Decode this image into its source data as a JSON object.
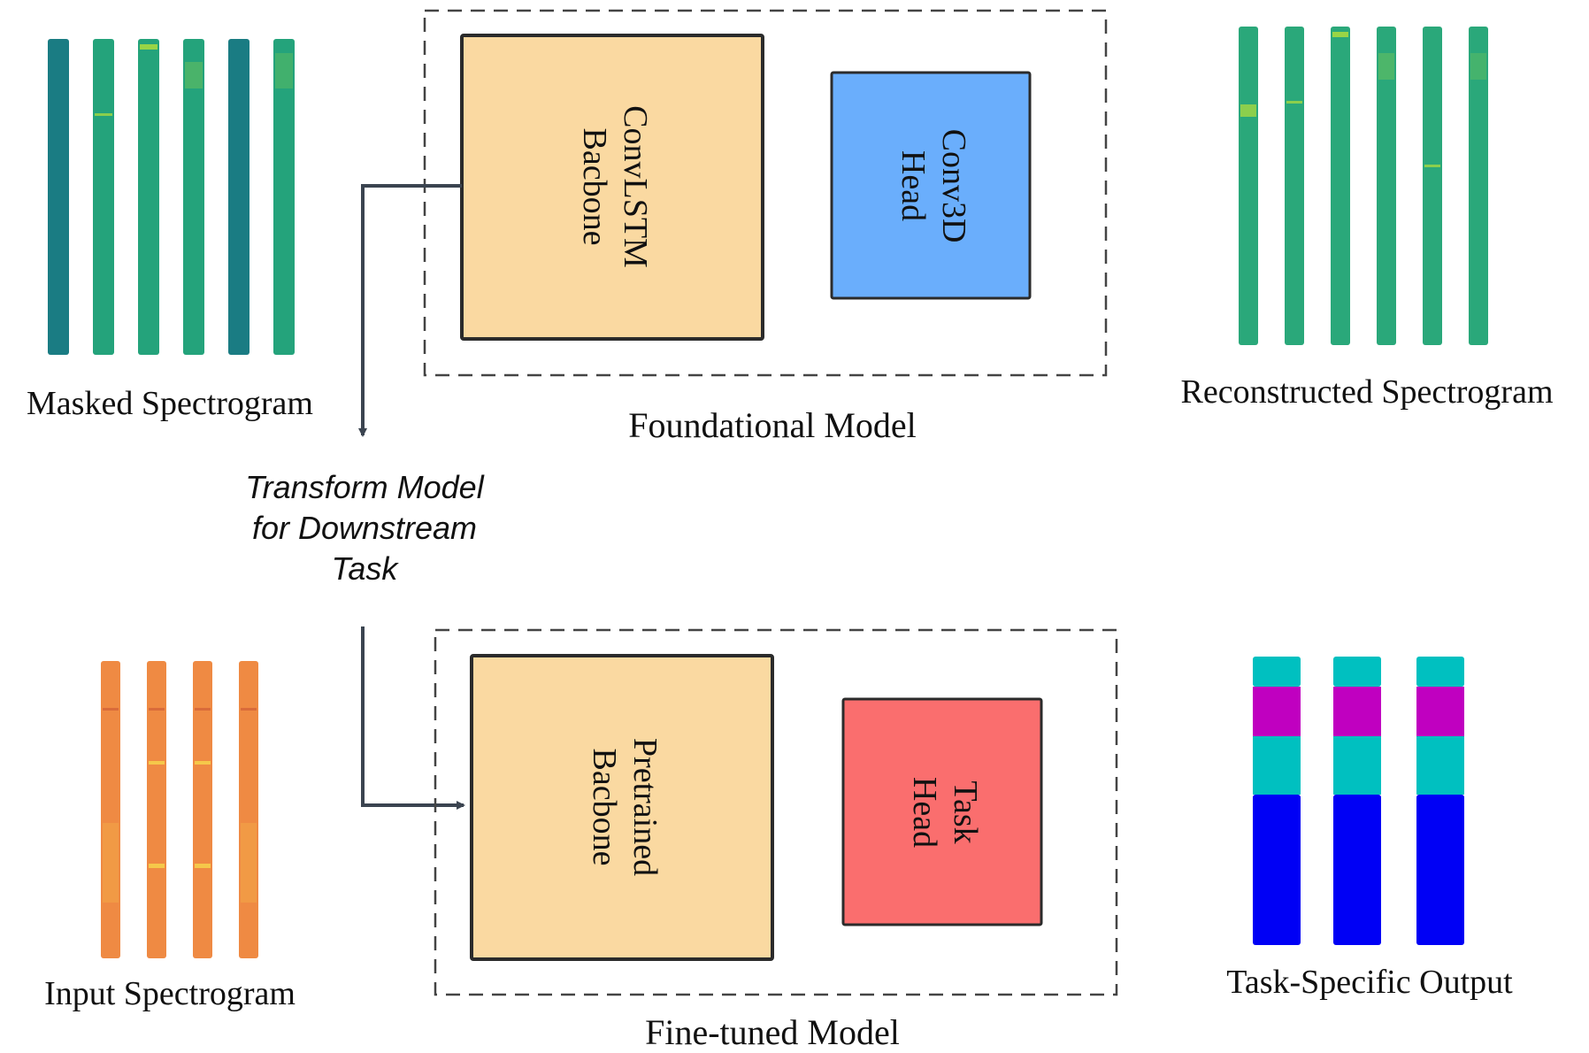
{
  "foundational_model": {
    "title": "Foundational Model",
    "backbone_line1": "ConvLSTM",
    "backbone_line2": "Bacbone",
    "head_line1": "Conv3D",
    "head_line2": "Head"
  },
  "finetuned_model": {
    "title": "Fine-tuned Model",
    "backbone_line1": "Pretrained",
    "backbone_line2": "Bacbone",
    "head_line1": "Task",
    "head_line2": "Head"
  },
  "labels": {
    "masked": "Masked Spectrogram",
    "reconstructed": "Reconstructed Spectrogram",
    "input": "Input Spectrogram",
    "output": "Task-Specific Output"
  },
  "transform": {
    "line1": "Transform Model",
    "line2": "for Downstream",
    "line3": "Task"
  },
  "colors": {
    "backbone_fill": "#fad9a1",
    "conv3d_fill": "#6aaefc",
    "task_head_fill": "#fa6e6e",
    "stroke": "#2b2b2b",
    "arrow": "#3b4450",
    "masked_dark": "#1a7c83",
    "masked_light": "#24a37b",
    "reconstructed": "#2aa87a",
    "highlight": "#b7e03a",
    "input_orange": "#ef8a43",
    "input_stripe": "#f5b84a",
    "output_cyan": "#00c0c0",
    "output_magenta": "#c000c0",
    "output_blue": "#0000f5"
  },
  "icons": {
    "masked_spectrogram": "spectrogram-strips-icon",
    "reconstructed_spectrogram": "spectrogram-strips-icon",
    "input_spectrogram": "spectrogram-strips-icon",
    "task_output": "segmentation-bars-icon"
  }
}
